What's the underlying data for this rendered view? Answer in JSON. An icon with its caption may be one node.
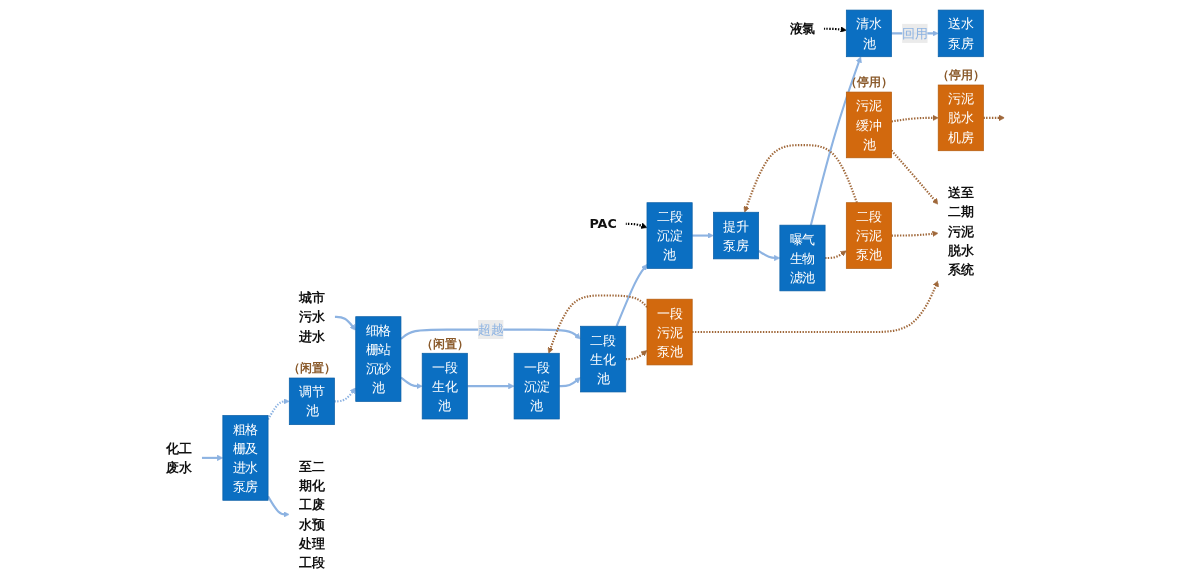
{
  "diagram": {
    "nodes": [
      {
        "text": [
          "化工废水"
        ]
      },
      {
        "text": [
          "粗格栅及进水泵房"
        ]
      },
      {
        "text": [
          "调节池"
        ],
        "beside": [
          "（闲置）"
        ]
      },
      {
        "text": [
          "细格栅站沉砂池"
        ]
      },
      {
        "text": [
          "一段生化池"
        ],
        "beside": [
          "（闲置）"
        ]
      },
      {
        "text": [
          "一段沉淀池"
        ]
      },
      {
        "text": [
          "二段生化池"
        ]
      },
      {
        "text": [
          "二段沉淀池"
        ]
      },
      {
        "text": [
          "提升泵房"
        ]
      },
      {
        "text": [
          "曝气生物滤池"
        ]
      },
      {
        "text": [
          "清水池"
        ]
      },
      {
        "text": [
          "送水泵房"
        ]
      },
      {
        "text": [
          "城市污水进水"
        ]
      },
      {
        "text": [
          "至二期化工废水预处理工段"
        ]
      },
      {
        "text": [
          "PAC"
        ]
      },
      {
        "text": [
          "液氯"
        ]
      },
      {
        "text": [
          "一段污泥泵池"
        ]
      },
      {
        "text": [
          "二段污泥泵池"
        ]
      },
      {
        "text": [
          "污泥缓冲池"
        ],
        "beside": [
          "（停用）"
        ]
      },
      {
        "text": [
          "污泥脱水机房"
        ],
        "beside": [
          "（停用）"
        ]
      },
      {
        "text": [
          "送至二期",
          "污泥脱水系统"
        ]
      }
    ],
    "edges": [
      {
        "from": 0,
        "to": 1,
        "arrow": "to"
      },
      {
        "from": 1,
        "to": 2,
        "arrow": "to",
        "style": "dashed"
      },
      {
        "from": 2,
        "to": 3,
        "arrow": "to",
        "style": "dashed"
      },
      {
        "from": 3,
        "to": 4,
        "arrow": "to"
      },
      {
        "from": 4,
        "to": 5,
        "arrow": "to"
      },
      {
        "from": 5,
        "to": 6,
        "arrow": "to"
      },
      {
        "from": 6,
        "to": 7,
        "arrow": "to"
      },
      {
        "from": 7,
        "to": 8,
        "arrow": "to"
      },
      {
        "from": 8,
        "to": 9,
        "arrow": "to"
      },
      {
        "from": 9,
        "to": 10,
        "arrow": "to"
      },
      {
        "from": 10,
        "to": 11,
        "arrow": "to",
        "label": "回用"
      },
      {
        "from": 12,
        "to": 3,
        "arrow": "to"
      },
      {
        "from": 3,
        "to": 6,
        "arrow": "to",
        "label": "超越"
      },
      {
        "from": 1,
        "to": 13,
        "arrow": "to"
      },
      {
        "from": 14,
        "to": 7,
        "arrow": "to",
        "style": "dashed",
        "color": "#000000"
      },
      {
        "from": 15,
        "to": 10,
        "arrow": "to",
        "style": "dashed",
        "color": "#000000"
      },
      {
        "from": 6,
        "to": 16,
        "arrow": "to",
        "style": "dashed",
        "color": "#a0683a"
      },
      {
        "from": 16,
        "to": 5,
        "arrow": "to",
        "style": "dashed",
        "color": "#a0683a"
      },
      {
        "from": 9,
        "to": 17,
        "arrow": "to",
        "style": "dashed",
        "color": "#a0683a"
      },
      {
        "from": 17,
        "to": 8,
        "arrow": "to",
        "style": "dashed",
        "color": "#a0683a"
      },
      {
        "from": 16,
        "to": 20,
        "arrow": "to",
        "style": "dashed",
        "color": "#a0683a"
      },
      {
        "from": 17,
        "to": 20,
        "arrow": "to",
        "style": "dashed",
        "color": "#a0683a"
      },
      {
        "from": 18,
        "to": 20,
        "arrow": "to",
        "style": "dashed",
        "color": "#a0683a"
      },
      {
        "from": 18,
        "to": 19,
        "arrow": "to",
        "style": "dashed",
        "color": "#a0683a"
      },
      {
        "from": 19,
        "to": null,
        "arrow": "to",
        "style": "dashed",
        "color": "#a0683a"
      }
    ]
  }
}
